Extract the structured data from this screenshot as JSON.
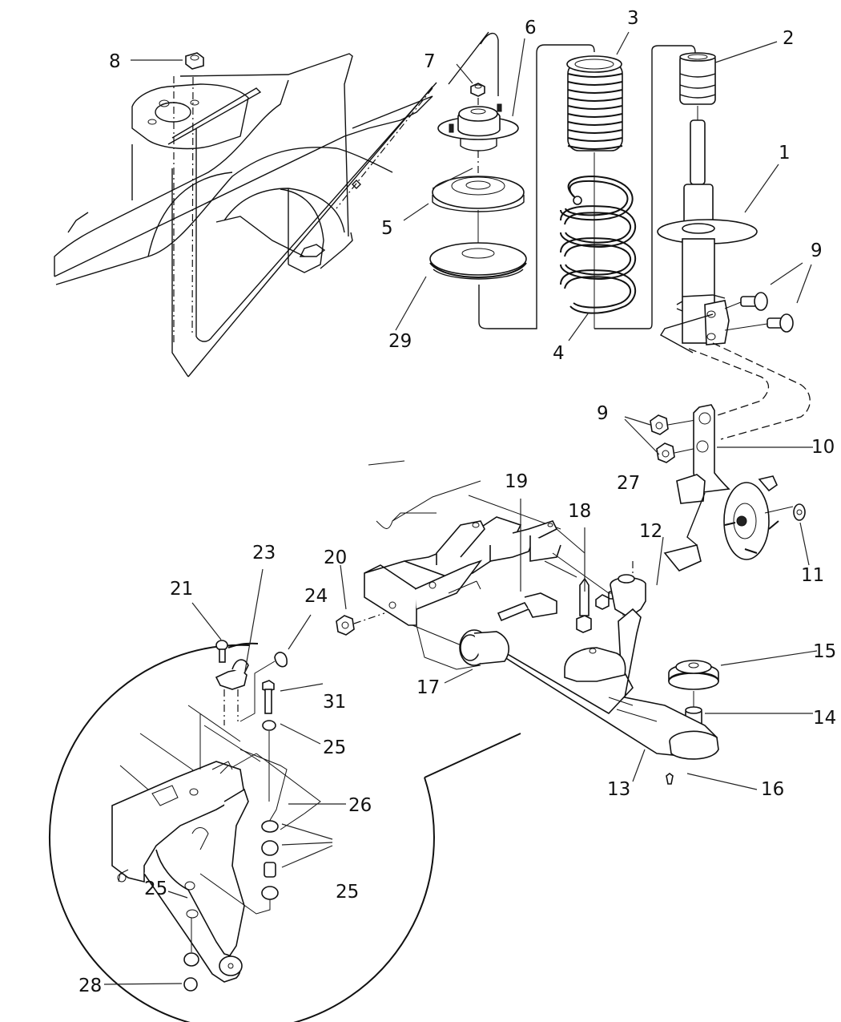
{
  "diagram": {
    "type": "exploded-parts-diagram",
    "subject": "front suspension assembly",
    "background": "#ffffff",
    "line_color": "#111111"
  },
  "callouts": [
    {
      "id": "c1",
      "label": "1",
      "part": "strut assembly"
    },
    {
      "id": "c2",
      "label": "2",
      "part": "jounce bumper"
    },
    {
      "id": "c3",
      "label": "3",
      "part": "dust boot"
    },
    {
      "id": "c4",
      "label": "4",
      "part": "coil spring"
    },
    {
      "id": "c5",
      "label": "5",
      "part": "spring seat"
    },
    {
      "id": "c6",
      "label": "6",
      "part": "strut mount"
    },
    {
      "id": "c7",
      "label": "7",
      "part": "strut mount nut"
    },
    {
      "id": "c8",
      "label": "8",
      "part": "mount nut"
    },
    {
      "id": "c9a",
      "label": "9",
      "part": "strut-to-knuckle bolt"
    },
    {
      "id": "c9b",
      "label": "9",
      "part": "strut-to-knuckle nut"
    },
    {
      "id": "c10",
      "label": "10",
      "part": "steering knuckle"
    },
    {
      "id": "c11",
      "label": "11",
      "part": "hub nut"
    },
    {
      "id": "c12",
      "label": "12",
      "part": "bolt"
    },
    {
      "id": "c13",
      "label": "13",
      "part": "lower control arm"
    },
    {
      "id": "c14",
      "label": "14",
      "part": "ball joint"
    },
    {
      "id": "c15",
      "label": "15",
      "part": "ball joint seal"
    },
    {
      "id": "c16",
      "label": "16",
      "part": "grease fitting"
    },
    {
      "id": "c17",
      "label": "17",
      "part": "front bushing"
    },
    {
      "id": "c18",
      "label": "18",
      "part": "bolt"
    },
    {
      "id": "c19",
      "label": "19",
      "part": "bolt"
    },
    {
      "id": "c20",
      "label": "20",
      "part": "nut"
    },
    {
      "id": "c21",
      "label": "21",
      "part": "bolt"
    },
    {
      "id": "c22",
      "label": "23",
      "part": "stabilizer bar bracket"
    },
    {
      "id": "c23",
      "label": "24",
      "part": "stabilizer bar bushing"
    },
    {
      "id": "c24",
      "label": "25",
      "part": "link bushing"
    },
    {
      "id": "c25",
      "label": "25",
      "part": "link bushings and spacer"
    },
    {
      "id": "c26",
      "label": "25",
      "part": "link bushing"
    },
    {
      "id": "c27",
      "label": "26",
      "part": "stabilizer bar"
    },
    {
      "id": "c28",
      "label": "27",
      "part": "rear bushing"
    },
    {
      "id": "c29",
      "label": "28",
      "part": "nut"
    },
    {
      "id": "c30",
      "label": "29",
      "part": "spring insulator"
    },
    {
      "id": "c31",
      "label": "31",
      "part": "link bolt"
    }
  ]
}
